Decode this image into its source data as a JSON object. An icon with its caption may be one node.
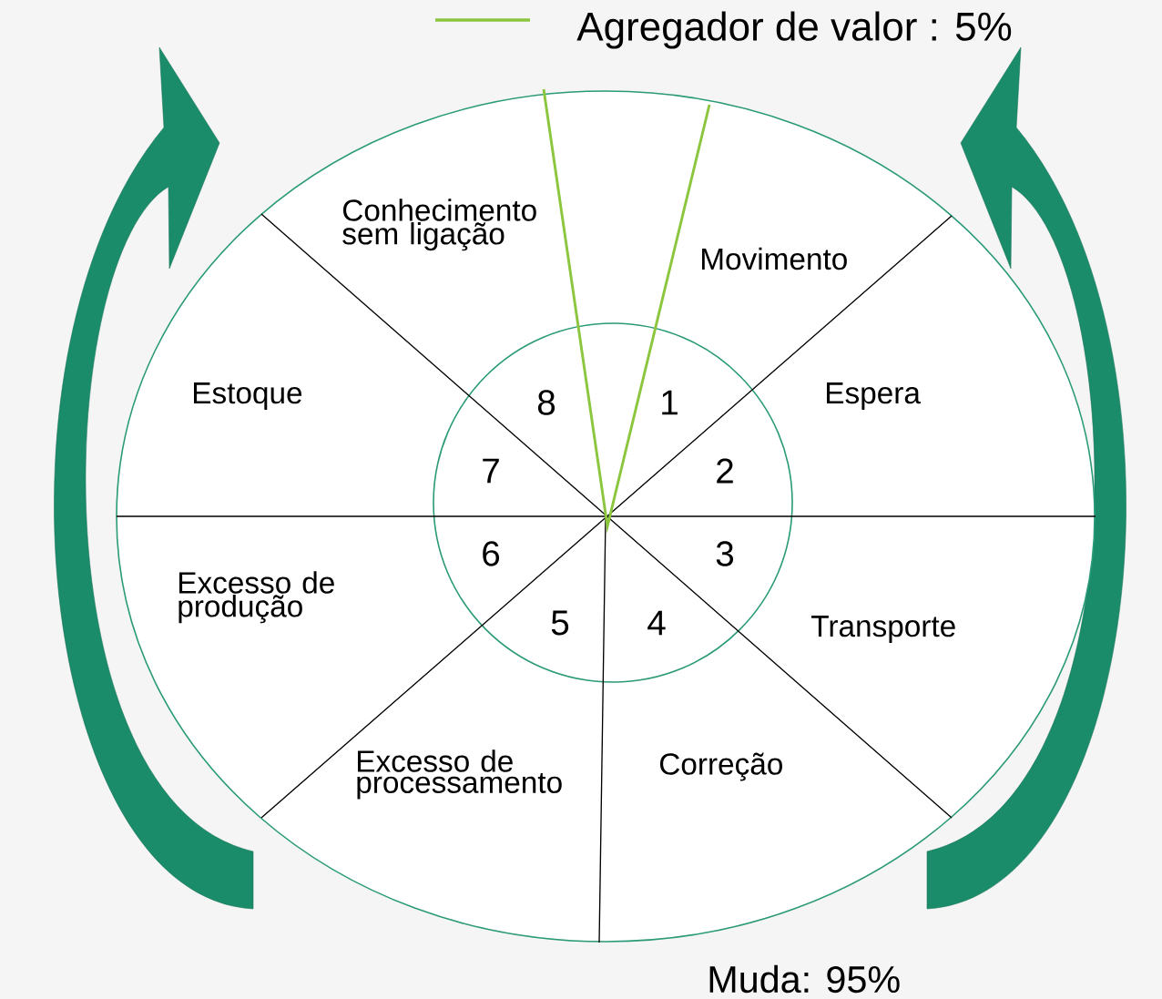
{
  "diagram": {
    "labels": [
      "Conhecimento sem ligação",
      "Movimento",
      "Estoque",
      "8",
      "1",
      "Espera",
      "7",
      "2",
      "6",
      "3",
      "Excesso de produção",
      "5",
      "4",
      "Transporte",
      "Excesso de processamento",
      "Correção",
      "Muda: 95%"
    ],
    "legend": [
      {
        "text": "Agregador de valor : 5%"
      }
    ]
  }
}
